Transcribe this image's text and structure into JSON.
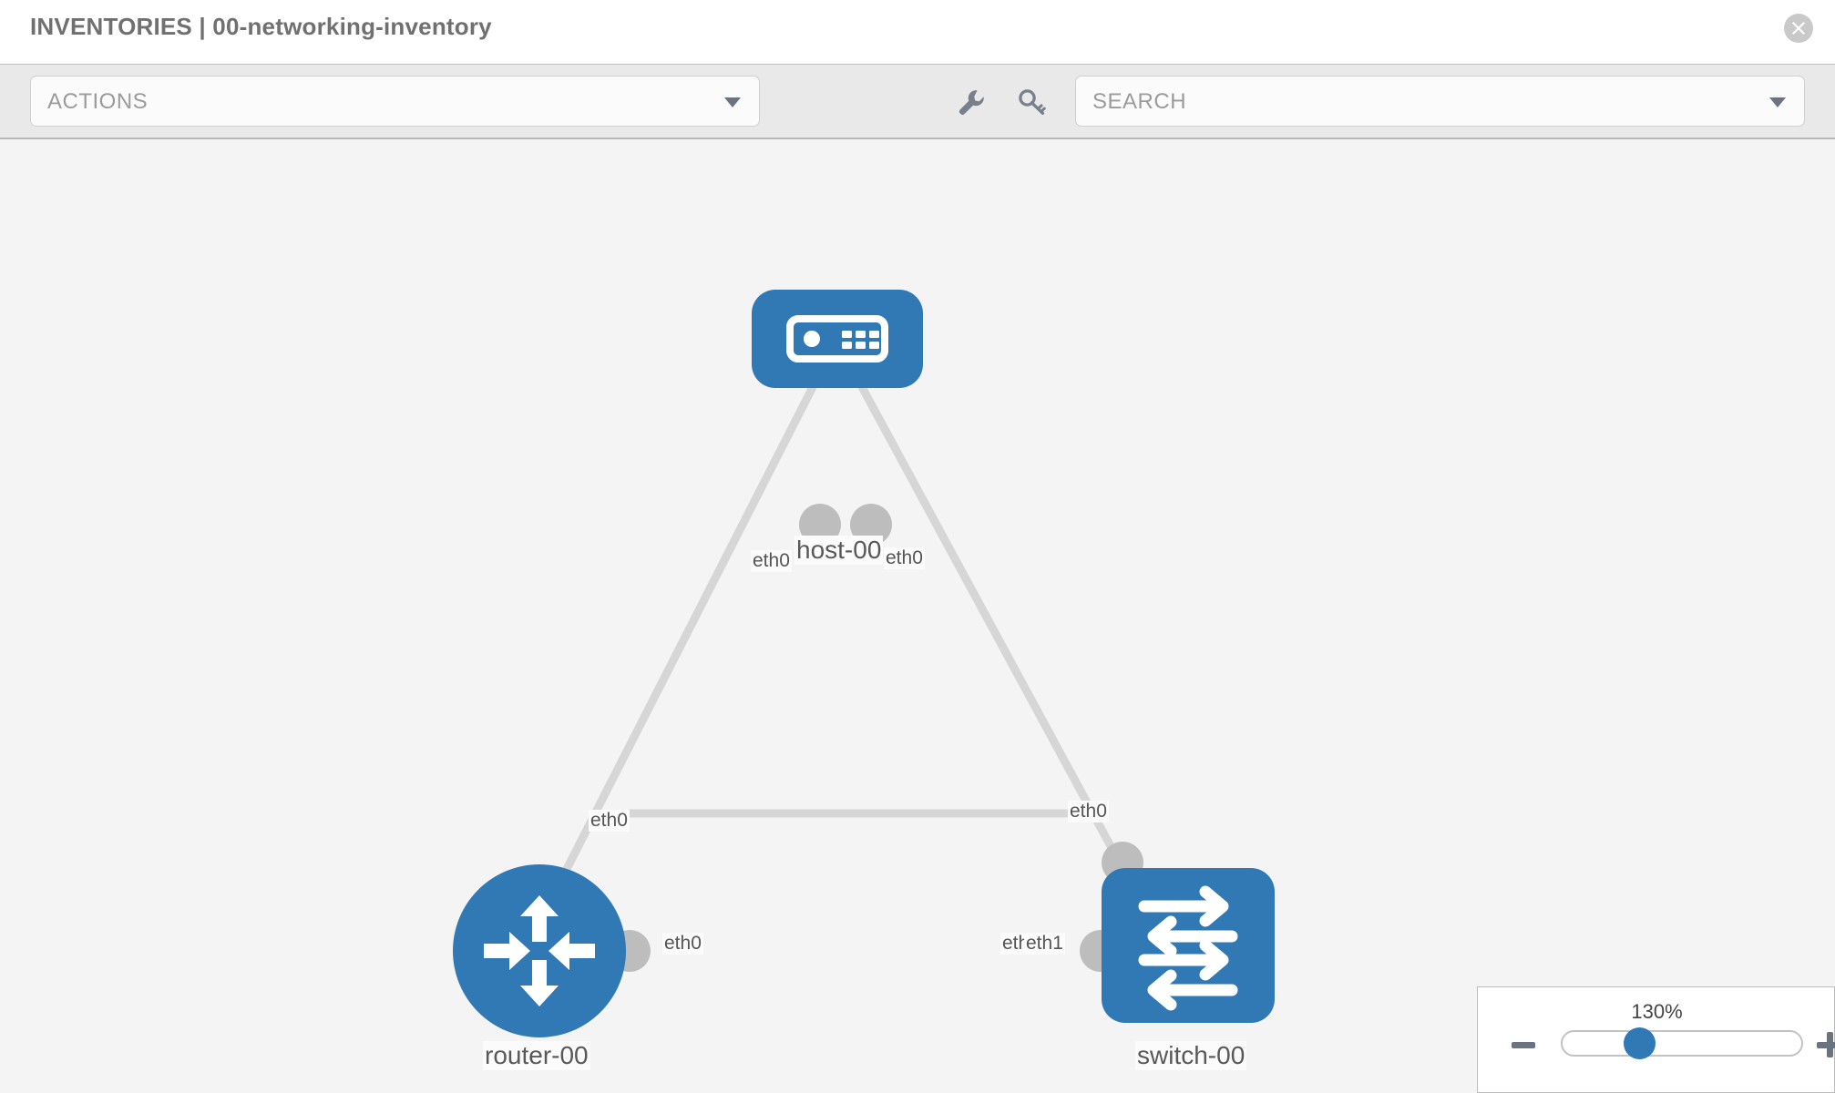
{
  "header": {
    "title": "INVENTORIES | 00-networking-inventory",
    "close_icon": "close-circle-icon"
  },
  "toolbar": {
    "actions": {
      "placeholder": "ACTIONS",
      "caret_icon": "chevron-down-icon"
    },
    "wrench_icon": "wrench-icon",
    "key_icon": "key-icon",
    "search": {
      "placeholder": "SEARCH",
      "caret_icon": "chevron-down-icon"
    }
  },
  "topology": {
    "nodes": [
      {
        "id": "host-00",
        "label": "host-00",
        "type": "host",
        "icon": "server-appliance-icon"
      },
      {
        "id": "router-00",
        "label": "router-00",
        "type": "router",
        "icon": "router-arrows-icon"
      },
      {
        "id": "switch-00",
        "label": "switch-00",
        "type": "switch",
        "icon": "switch-arrows-icon"
      }
    ],
    "links": [
      {
        "from": "host-00",
        "from_iface": "eth0",
        "to": "router-00",
        "to_iface": "eth0"
      },
      {
        "from": "host-00",
        "from_iface": "eth0",
        "to": "switch-00",
        "to_iface": "eth0"
      },
      {
        "from": "router-00",
        "from_iface": "eth0",
        "to": "switch-00",
        "to_iface": "eth1",
        "to_iface_overlapped": "eth0"
      }
    ],
    "iface_labels": {
      "host_left": "eth0",
      "host_right": "eth0",
      "router_up": "eth0",
      "switch_up": "eth0",
      "router_right": "eth0",
      "switch_left_occluded": "eth0",
      "switch_left": "eth1"
    }
  },
  "zoom_control": {
    "level": "130%",
    "minus_icon": "minus-icon",
    "plus_icon": "plus-icon",
    "slider_name": "zoom-slider"
  },
  "colors": {
    "node_blue": "#3179b5",
    "nub_gray": "#bdbdbd",
    "link_gray": "#d6d6d6",
    "canvas_bg": "#f4f4f4",
    "toolbar_bg": "#e9e9e9"
  }
}
